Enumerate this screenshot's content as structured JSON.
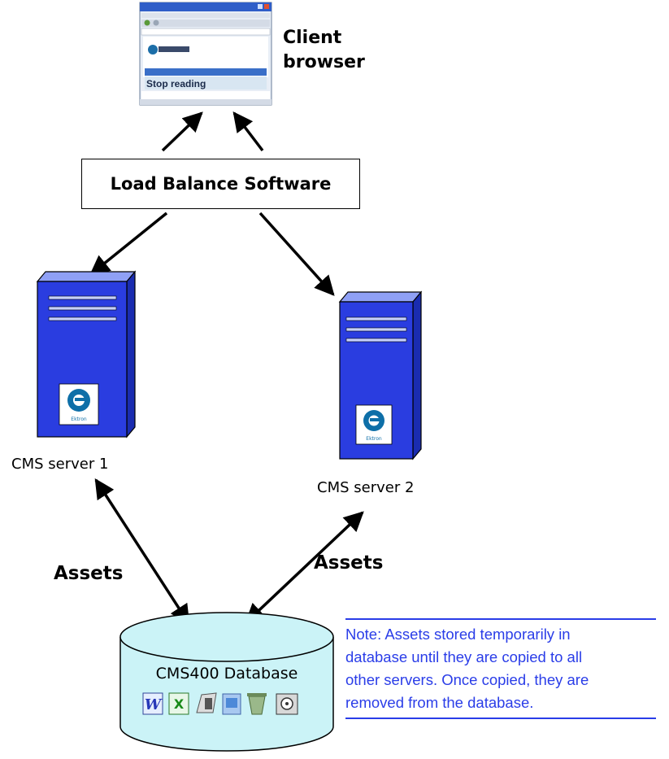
{
  "client": {
    "label_line1": "Client",
    "label_line2": "browser",
    "browser_banner": "Stop reading",
    "browser_logo": "ektron"
  },
  "load_balancer": {
    "label": "Load Balance Software"
  },
  "servers": [
    {
      "label": "CMS server 1",
      "logo_text": "Ektron"
    },
    {
      "label": "CMS server 2",
      "logo_text": "Ektron"
    }
  ],
  "links": {
    "assets_left": "Assets",
    "assets_right": "Assets"
  },
  "database": {
    "label": "CMS400 Database",
    "file_icons": [
      "word-icon",
      "excel-icon",
      "document-icon",
      "image-icon",
      "recycle-icon",
      "media-icon"
    ]
  },
  "note": {
    "lines": [
      "Note:  Assets stored temporarily in",
      "database until they are copied to all",
      "other servers. Once copied, they are",
      "removed from the database."
    ]
  },
  "colors": {
    "server_blue": "#2a3de0",
    "db_fill": "#cbf3f7",
    "note_blue": "#2a3de8"
  }
}
